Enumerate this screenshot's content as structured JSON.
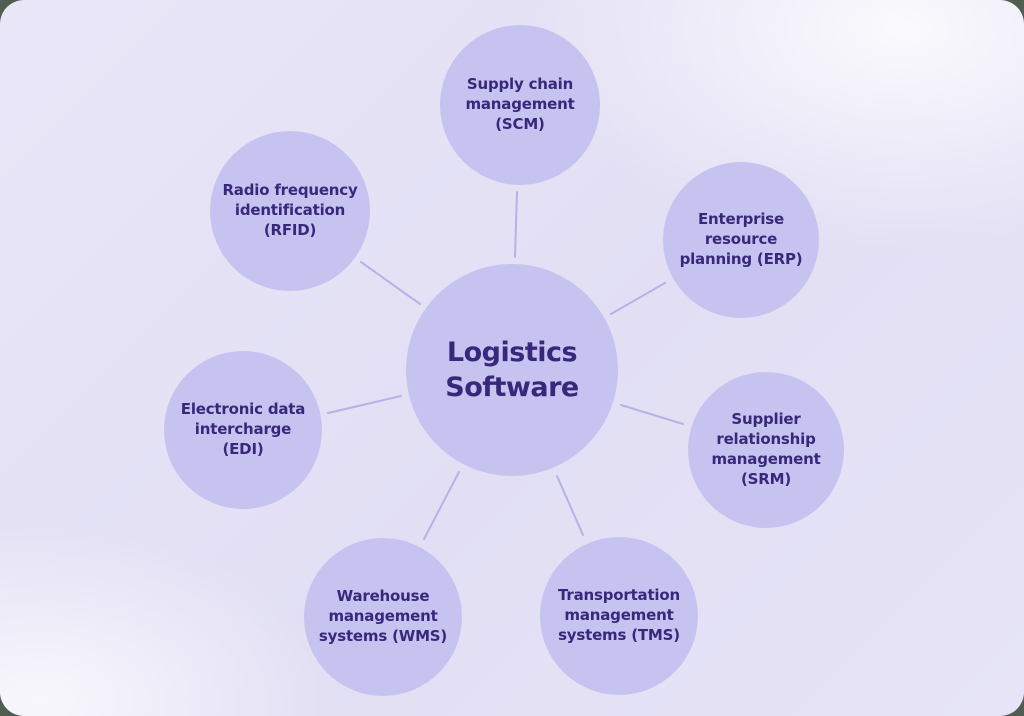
{
  "diagram": {
    "center": {
      "label": "Logistics\nSoftware"
    },
    "nodes": [
      {
        "id": "supply-chain-management",
        "label": "Supply chain\nmanagement\n(SCM)"
      },
      {
        "id": "enterprise-resource-planning",
        "label": "Enterprise\nresource\nplanning (ERP)"
      },
      {
        "id": "supplier-relationship-management",
        "label": "Supplier\nrelationship\nmanagement\n(SRM)"
      },
      {
        "id": "transportation-management-systems",
        "label": "Transportation\nmanagement\nsystems (TMS)"
      },
      {
        "id": "warehouse-management-systems",
        "label": "Warehouse\nmanagement\nsystems (WMS)"
      },
      {
        "id": "electronic-data-intercharge",
        "label": "Electronic data\nintercharge\n(EDI)"
      },
      {
        "id": "radio-frequency-identification",
        "label": "Radio frequency\nidentification\n(RFID)"
      }
    ],
    "colors": {
      "node_fill": "#c7c3f1",
      "node_text": "#38287c",
      "connector": "#b6b2e8",
      "canvas_bg_base": "#e2dff4",
      "canvas_bg_light": "#f7f6fd",
      "outer_bg": "#4f5e50"
    }
  }
}
